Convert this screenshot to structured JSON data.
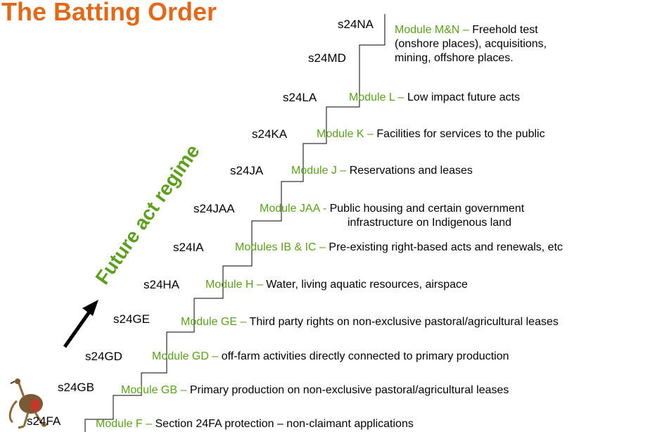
{
  "title": "The Batting Order",
  "regime_label": "Future act regime",
  "steps": [
    {
      "code": "s24FA",
      "module": "Module F –",
      "desc": "Section 24FA protection – non-claimant applications"
    },
    {
      "code": "s24GB",
      "module": "Module GB –",
      "desc": "Primary production on non-exclusive pastoral/agricultural leases"
    },
    {
      "code": "s24GD",
      "module": "Module GD –",
      "desc": "off-farm activities directly connected to primary production"
    },
    {
      "code": "s24GE",
      "module": "Module GE –",
      "desc": "Third party rights on non-exclusive pastoral/agricultural leases"
    },
    {
      "code": "s24HA",
      "module": "Module H –",
      "desc": "Water, living aquatic resources, airspace"
    },
    {
      "code": "s24IA",
      "module": "Modules IB & IC –",
      "desc": "Pre-existing right-based acts and renewals, etc"
    },
    {
      "code": "s24JAA",
      "module": "Module JAA -",
      "desc": " Public housing and certain government",
      "desc_cont": "infrastructure on Indigenous land"
    },
    {
      "code": "s24JA",
      "module": "Module J –",
      "desc": "Reservations and leases"
    },
    {
      "code": "s24KA",
      "module": "Module K –",
      "desc": "Facilities for services to the public"
    },
    {
      "code": "s24LA",
      "module": "Module L –",
      "desc": "Low impact future acts"
    },
    {
      "code": "s24MD",
      "module": "",
      "desc": ""
    },
    {
      "code": "s24NA",
      "module": "Module M&N –",
      "desc": "Freehold test",
      "desc_lines": [
        "(onshore places), acquisitions,",
        "mining, offshore places."
      ]
    }
  ]
}
